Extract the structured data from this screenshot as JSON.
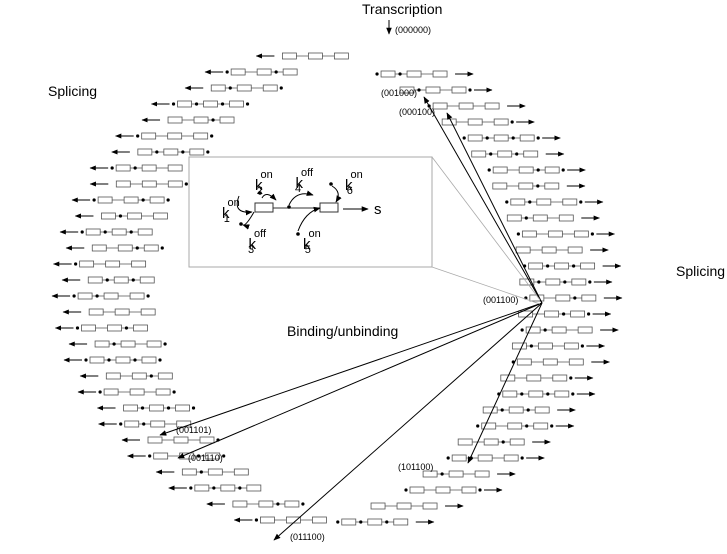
{
  "labels": {
    "transcription": "Transcription",
    "splicing_left": "Splicing",
    "splicing_right": "Splicing",
    "binding": "Binding/unbinding"
  },
  "states": {
    "s000000": "(000000)",
    "s001000": "(001000)",
    "s000100": "(000100)",
    "s001100": "(001100)",
    "s001101": "(001101)",
    "s001110": "(001110)",
    "s101100": "(101100)",
    "s011100": "(011100)"
  },
  "inset": {
    "k1": "k",
    "k1_sup": "on",
    "k1_sub": "1",
    "k2": "k",
    "k2_sup": "on",
    "k2_sub": "2",
    "k3": "k",
    "k3_sup": "off",
    "k3_sub": "3",
    "k4": "k",
    "k4_sup": "off",
    "k4_sub": "4",
    "k5": "k",
    "k5_sup": "on",
    "k5_sub": "5",
    "k6": "k",
    "k6_sup": "on",
    "k6_sub": "6",
    "output": "s"
  },
  "colors": {
    "ink": "#000000",
    "box": "#555555",
    "frame": "#aaaaaa"
  }
}
